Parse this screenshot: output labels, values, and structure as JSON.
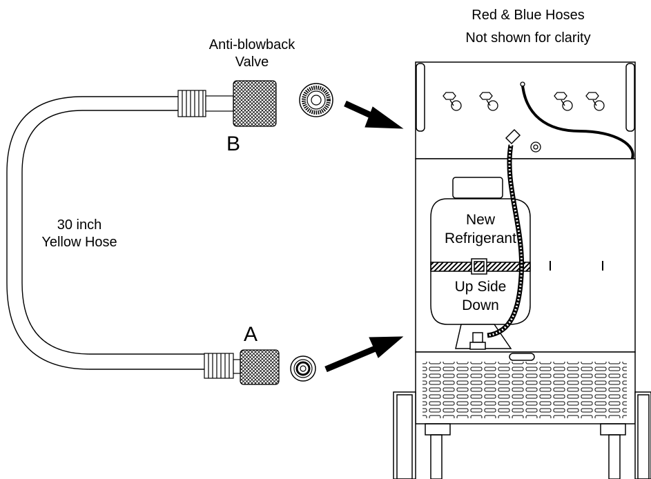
{
  "labels": {
    "red_blue_hoses_line1": "Red & Blue Hoses",
    "red_blue_hoses_line2": "Not shown for clarity",
    "anti_blowback_line1": "Anti-blowback",
    "anti_blowback_line2": "Valve",
    "point_b": "B",
    "point_a": "A",
    "yellow_hose_line1": "30 inch",
    "yellow_hose_line2": "Yellow Hose",
    "tank_new_line1": "New",
    "tank_new_line2": "Refrigerant",
    "tank_orientation_line1": "Up Side",
    "tank_orientation_line2": "Down"
  },
  "icons": [
    "yellow-hose-icon",
    "anti-blowback-valve-icon",
    "hose-end-fitting-icon",
    "arrow-icon",
    "recovery-machine-icon",
    "refrigerant-tank-icon"
  ],
  "colors": {
    "ink": "#000000",
    "background": "#ffffff"
  }
}
